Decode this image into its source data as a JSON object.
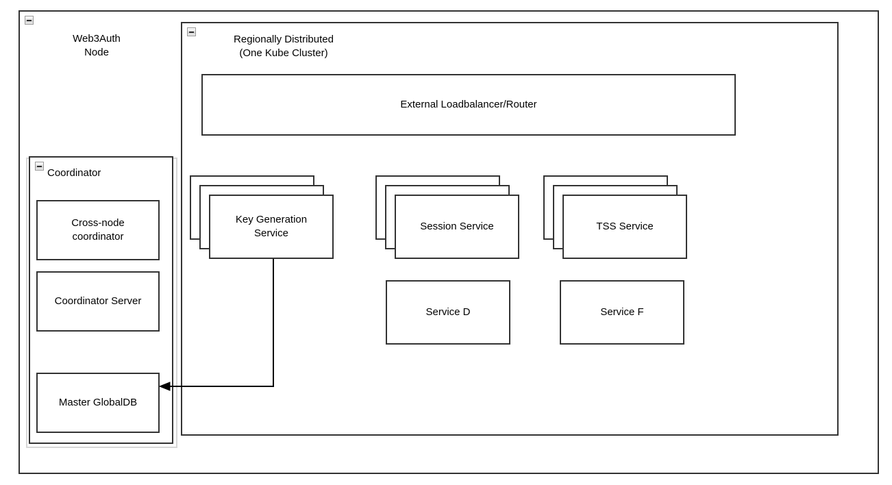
{
  "diagram": {
    "background": "#ffffff",
    "line_color": "#333333",
    "text_color": "#000000",
    "outer_node": {
      "title": "Web3Auth\nNode",
      "collapse_icon": "collapse-minus-icon"
    },
    "cluster": {
      "title": "Regionally Distributed\n(One Kube Cluster)",
      "collapse_icon": "collapse-minus-icon"
    },
    "coordinator": {
      "title": "Coordinator",
      "collapse_icon": "collapse-minus-icon",
      "children": [
        {
          "label": "Cross-node\ncoordinator"
        },
        {
          "label": "Coordinator Server"
        },
        {
          "label": "Master GlobalDB"
        }
      ]
    },
    "loadbalancer": {
      "label": "External Loadbalancer/Router"
    },
    "stacked_services": [
      {
        "label": "Key Generation\nService",
        "instances": 3
      },
      {
        "label": "Session Service",
        "instances": 3
      },
      {
        "label": "TSS Service",
        "instances": 3
      }
    ],
    "plain_services": [
      {
        "label": "Service D"
      },
      {
        "label": "Service F"
      }
    ],
    "connection": {
      "from": "Key Generation Service",
      "to": "Master GlobalDB",
      "arrow": "arrow-left-head"
    }
  }
}
